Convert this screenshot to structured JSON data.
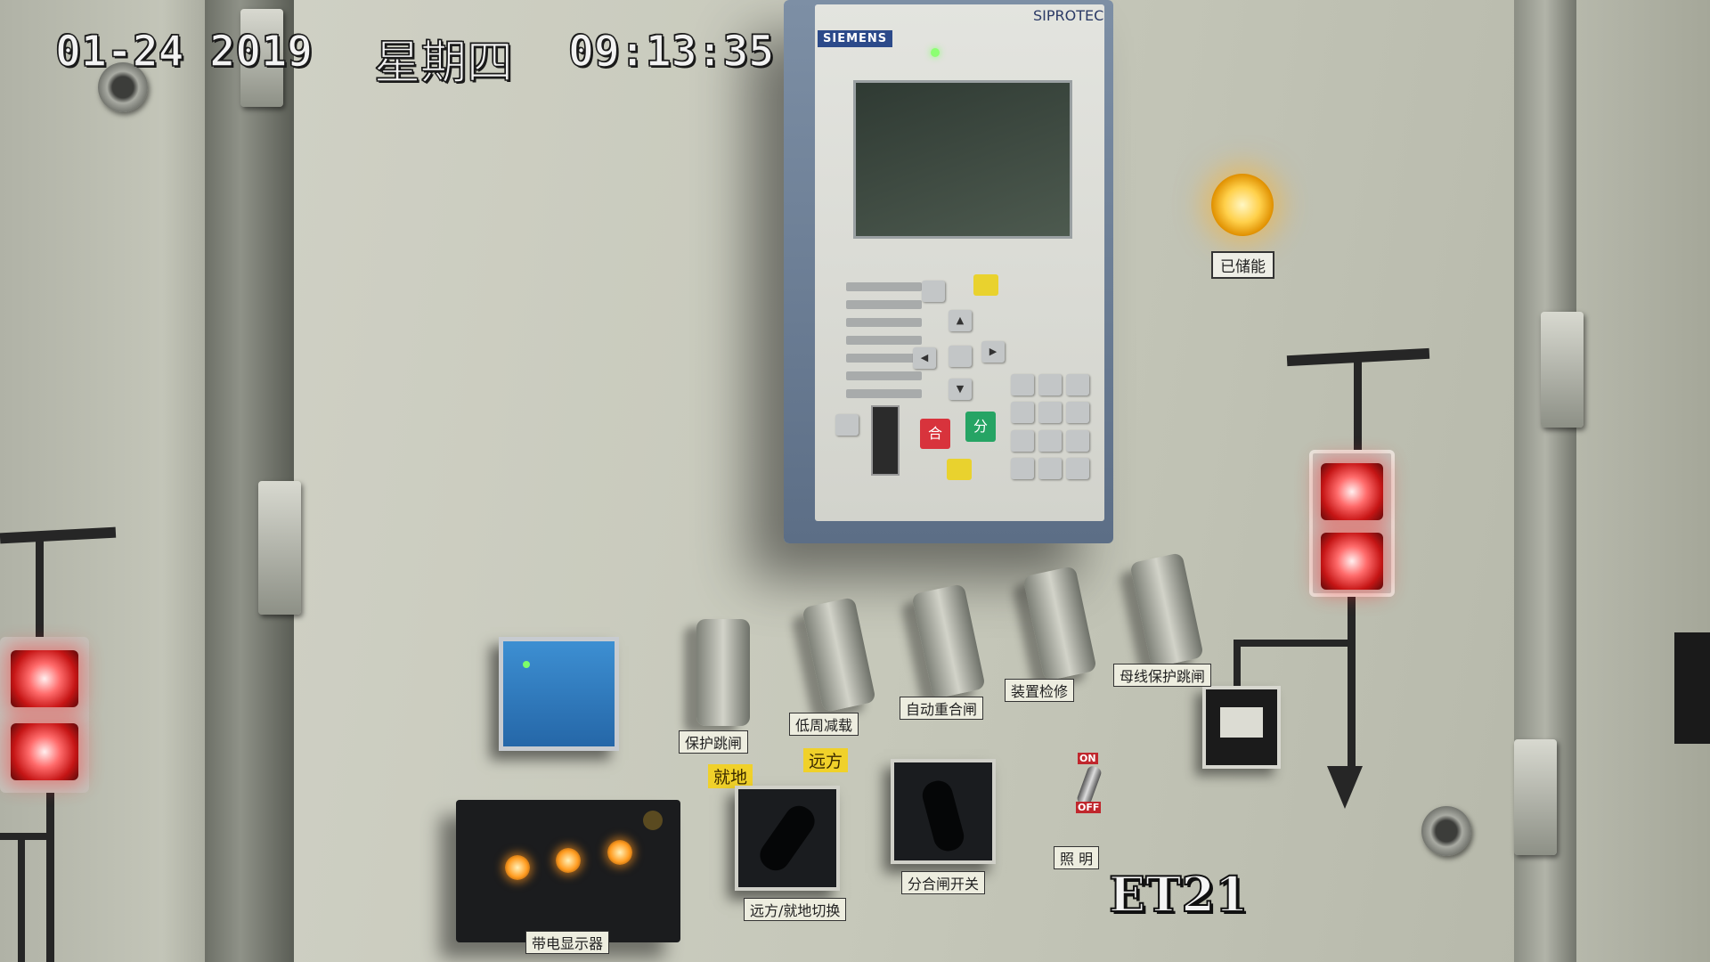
{
  "osd": {
    "date": "01-24 2019",
    "weekday": "星期四",
    "time": "09:13:35",
    "camera_id": "ET21"
  },
  "relay": {
    "brand": "SIEMENS",
    "model": "SIPROTEC",
    "key_close": "合",
    "key_open": "分"
  },
  "labels": {
    "stored_energy": "已储能",
    "protection_trip": "保护跳闸",
    "low_cycle_load_shed": "低周减载",
    "auto_reclose": "自动重合闸",
    "device_overhaul": "装置检修",
    "bus_protection_trip": "母线保护跳闸",
    "local": "就地",
    "remote": "远方",
    "remote_local_switch": "远方/就地切换",
    "open_close_switch": "分合闸开关",
    "lighting": "照 明",
    "live_indicator": "带电显示器",
    "toggle_on": "ON",
    "toggle_off": "OFF"
  },
  "colors": {
    "amber_lamp": "#ffd04a",
    "red_lamp": "#ff3b3b",
    "relay_frame": "#6b7d95",
    "yellow_tag": "#f0d12a"
  }
}
